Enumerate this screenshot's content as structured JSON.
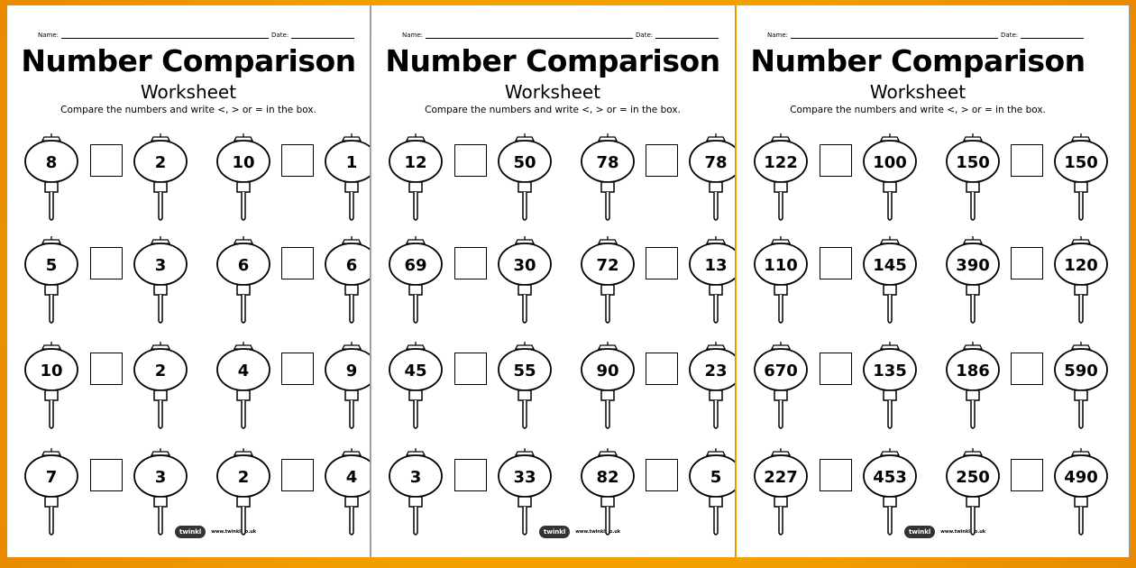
{
  "colors": {
    "background": "#f29c00",
    "sheet": "#ffffff",
    "ink": "#000000"
  },
  "sheets": [
    {
      "name_label": "Name:",
      "date_label": "Date:",
      "title": "Number Comparison",
      "subtitle": "Worksheet",
      "instructions": "Compare the numbers and write <, > or = in the box.",
      "footer_logo": "twinkl",
      "footer_url": "www.twinkl.co.uk",
      "rows": [
        [
          8,
          2,
          10,
          1
        ],
        [
          5,
          3,
          6,
          6
        ],
        [
          10,
          2,
          4,
          9
        ],
        [
          7,
          3,
          2,
          4
        ]
      ]
    },
    {
      "name_label": "Name:",
      "date_label": "Date:",
      "title": "Number Comparison",
      "subtitle": "Worksheet",
      "instructions": "Compare the numbers and write <, > or = in the box.",
      "footer_logo": "twinkl",
      "footer_url": "www.twinkl.co.uk",
      "rows": [
        [
          12,
          50,
          78,
          78
        ],
        [
          69,
          30,
          72,
          13
        ],
        [
          45,
          55,
          90,
          23
        ],
        [
          3,
          33,
          82,
          5
        ]
      ]
    },
    {
      "name_label": "Name:",
      "date_label": "Date:",
      "title": "Number Comparison",
      "subtitle": "Worksheet",
      "instructions": "Compare the numbers and write <, > or = in the box.",
      "footer_logo": "twinkl",
      "footer_url": "www.twinkl.co.uk",
      "rows": [
        [
          122,
          100,
          150,
          150
        ],
        [
          110,
          145,
          390,
          120
        ],
        [
          670,
          135,
          186,
          590
        ],
        [
          227,
          453,
          250,
          490
        ]
      ]
    }
  ]
}
